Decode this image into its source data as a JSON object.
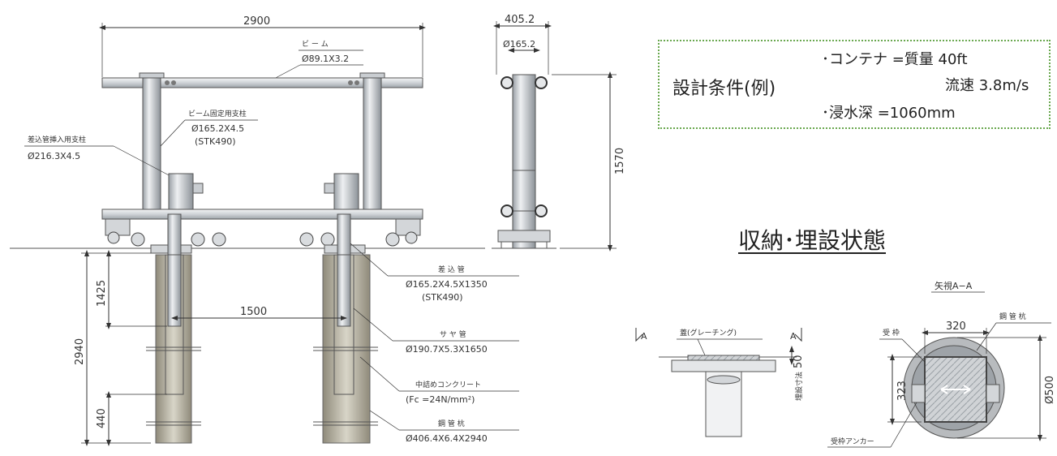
{
  "front_view": {
    "width_dim": "2900",
    "beam_label": "ビ ー ム",
    "beam_spec": "Ø89.1X3.2",
    "post_label": "ビーム固定用支柱",
    "post_spec": "Ø165.2X4.5",
    "post_material": "(STK490)",
    "insert_post_label": "差込管挿入用支柱",
    "insert_post_spec": "Ø216.3X4.5",
    "spacing_dim": "1500",
    "total_depth_dim": "2940",
    "insert_depth_dim": "1425",
    "bottom_dim": "440",
    "insert_pipe_label": "差 込 管",
    "insert_pipe_spec": "Ø165.2X4.5X1350",
    "insert_pipe_material": "(STK490)",
    "sleeve_label": "サ ヤ 管",
    "sleeve_spec": "Ø190.7X5.3X1650",
    "concrete_label": "中詰めコンクリート",
    "concrete_spec": "(Fc =24N/mm²)",
    "steel_pile_label": "鋼 管 杭",
    "steel_pile_spec": "Ø406.4X6.4X2940"
  },
  "side_view": {
    "width_dim": "405.2",
    "pipe_dim": "Ø165.2",
    "height_dim": "1570"
  },
  "conditions": {
    "title": "設計条件(例)",
    "line1": "･コンテナ =質量  40ft",
    "line2": "流速  3.8m/s",
    "line3": "･浸水深  =1060mm"
  },
  "storage": {
    "title": "収納･埋設状態",
    "section_a_left": "A",
    "section_a_right": "A",
    "lid_label": "蓋(グレーチング)",
    "embed_dim_label": "埋設寸法",
    "embed_dim": "50",
    "view_label": "矢視A−A",
    "top_dim": "320",
    "steel_pipe_label": "鋼 管 杭",
    "frame_label": "受 枠",
    "side_dim": "323",
    "dia_dim": "Ø500",
    "anchor_label": "受枠アンカー"
  }
}
